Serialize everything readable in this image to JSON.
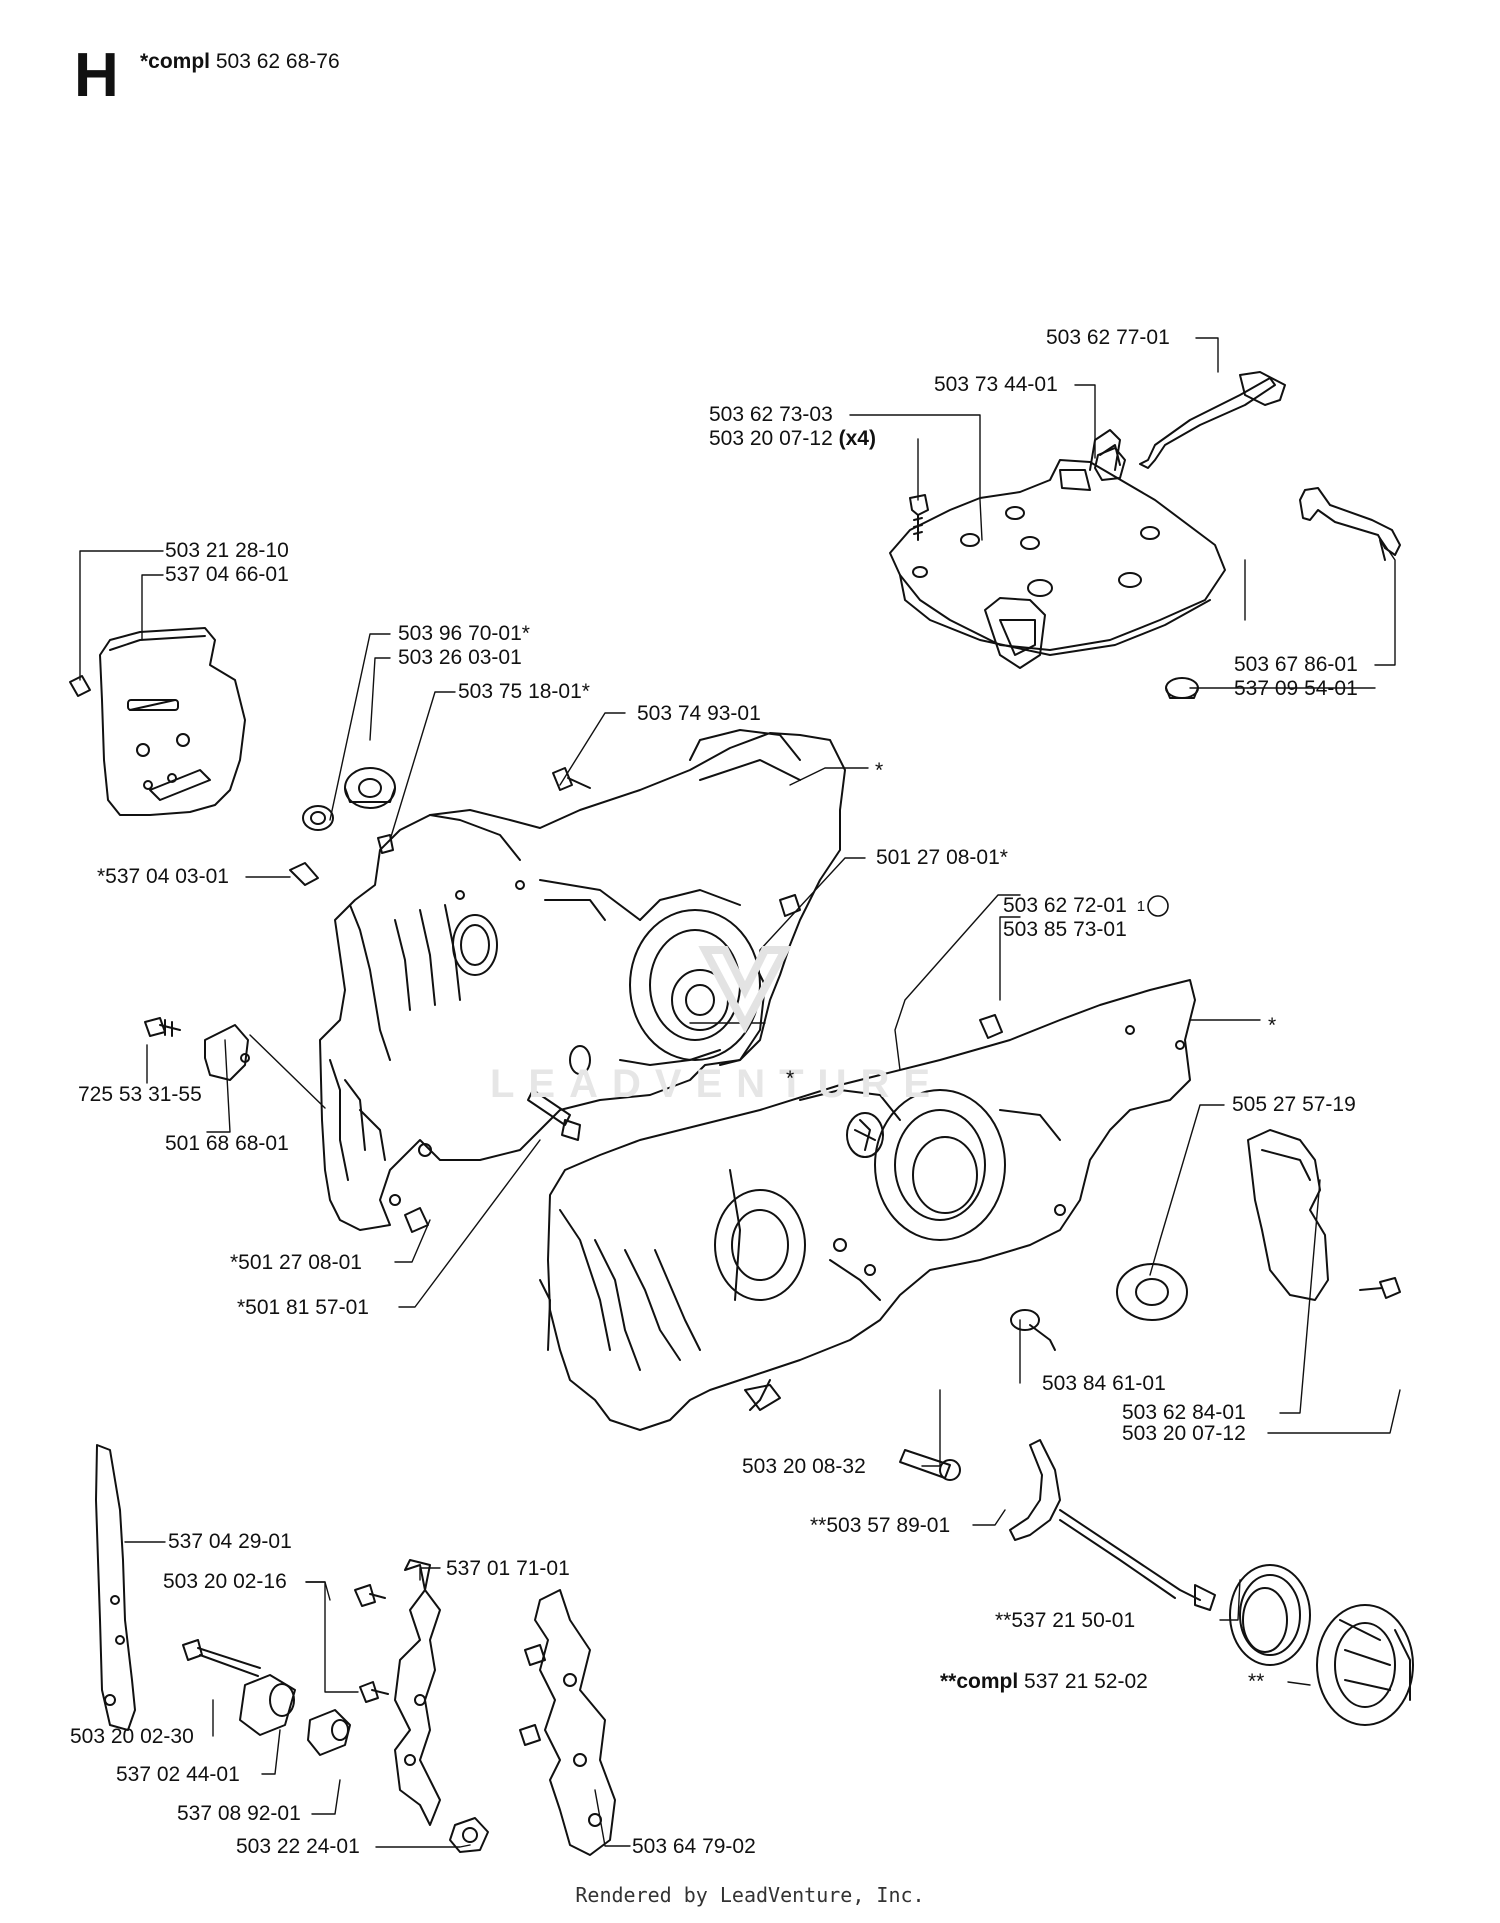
{
  "header": {
    "section": "H",
    "assembly_prefix": "*compl",
    "assembly_number": "503 62 68-76"
  },
  "watermark": "LEADVENTURE",
  "labels": [
    {
      "id": "p1",
      "text": "503 62 77-01"
    },
    {
      "id": "p2",
      "text": "503 73 44-01"
    },
    {
      "id": "p3",
      "text": "503 62 73-03"
    },
    {
      "id": "p4",
      "text": "503 20 07-12",
      "qty": "(x4)"
    },
    {
      "id": "p5",
      "text": "503 21 28-10"
    },
    {
      "id": "p6",
      "text": "537 04 66-01"
    },
    {
      "id": "p7",
      "text": "503 96 70-01*"
    },
    {
      "id": "p8",
      "text": "503 26 03-01"
    },
    {
      "id": "p9",
      "text": "503 75 18-01*"
    },
    {
      "id": "p10",
      "text": "503 74 93-01"
    },
    {
      "id": "p11",
      "text": "*"
    },
    {
      "id": "p12",
      "text": "503 67 86-01"
    },
    {
      "id": "p13",
      "text": "537 09 54-01"
    },
    {
      "id": "p14",
      "text": "*537 04 03-01"
    },
    {
      "id": "p15",
      "text": "501 27 08-01*"
    },
    {
      "id": "p16",
      "text": "503 62 72-01",
      "circled": "1"
    },
    {
      "id": "p17",
      "text": "503 85 73-01"
    },
    {
      "id": "p18",
      "text": "*"
    },
    {
      "id": "p19",
      "text": "*"
    },
    {
      "id": "p20",
      "text": "725 53 31-55"
    },
    {
      "id": "p21",
      "text": "501 68 68-01"
    },
    {
      "id": "p22",
      "text": "505 27 57-19"
    },
    {
      "id": "p23",
      "text": "*501 27 08-01"
    },
    {
      "id": "p24",
      "text": "*501 81 57-01"
    },
    {
      "id": "p25",
      "text": "503 84 61-01"
    },
    {
      "id": "p26",
      "text": "503 62 84-01"
    },
    {
      "id": "p27",
      "text": "503 20 07-12"
    },
    {
      "id": "p28",
      "text": "503 20 08-32"
    },
    {
      "id": "p29",
      "text": "**503 57 89-01"
    },
    {
      "id": "p30",
      "text": "537 04 29-01"
    },
    {
      "id": "p31",
      "text": "503 20 02-16"
    },
    {
      "id": "p32",
      "text": "537 01 71-01"
    },
    {
      "id": "p33",
      "text": "**537 21 50-01"
    },
    {
      "id": "p34",
      "text": "**compl",
      "suffix": "537 21 52-02"
    },
    {
      "id": "p35",
      "text": "**"
    },
    {
      "id": "p36",
      "text": "503 20 02-30"
    },
    {
      "id": "p37",
      "text": "537 02 44-01"
    },
    {
      "id": "p38",
      "text": "537 08 92-01"
    },
    {
      "id": "p39",
      "text": "503 22 24-01"
    },
    {
      "id": "p40",
      "text": "503 64 79-02"
    }
  ],
  "footer": "Rendered by LeadVenture, Inc."
}
